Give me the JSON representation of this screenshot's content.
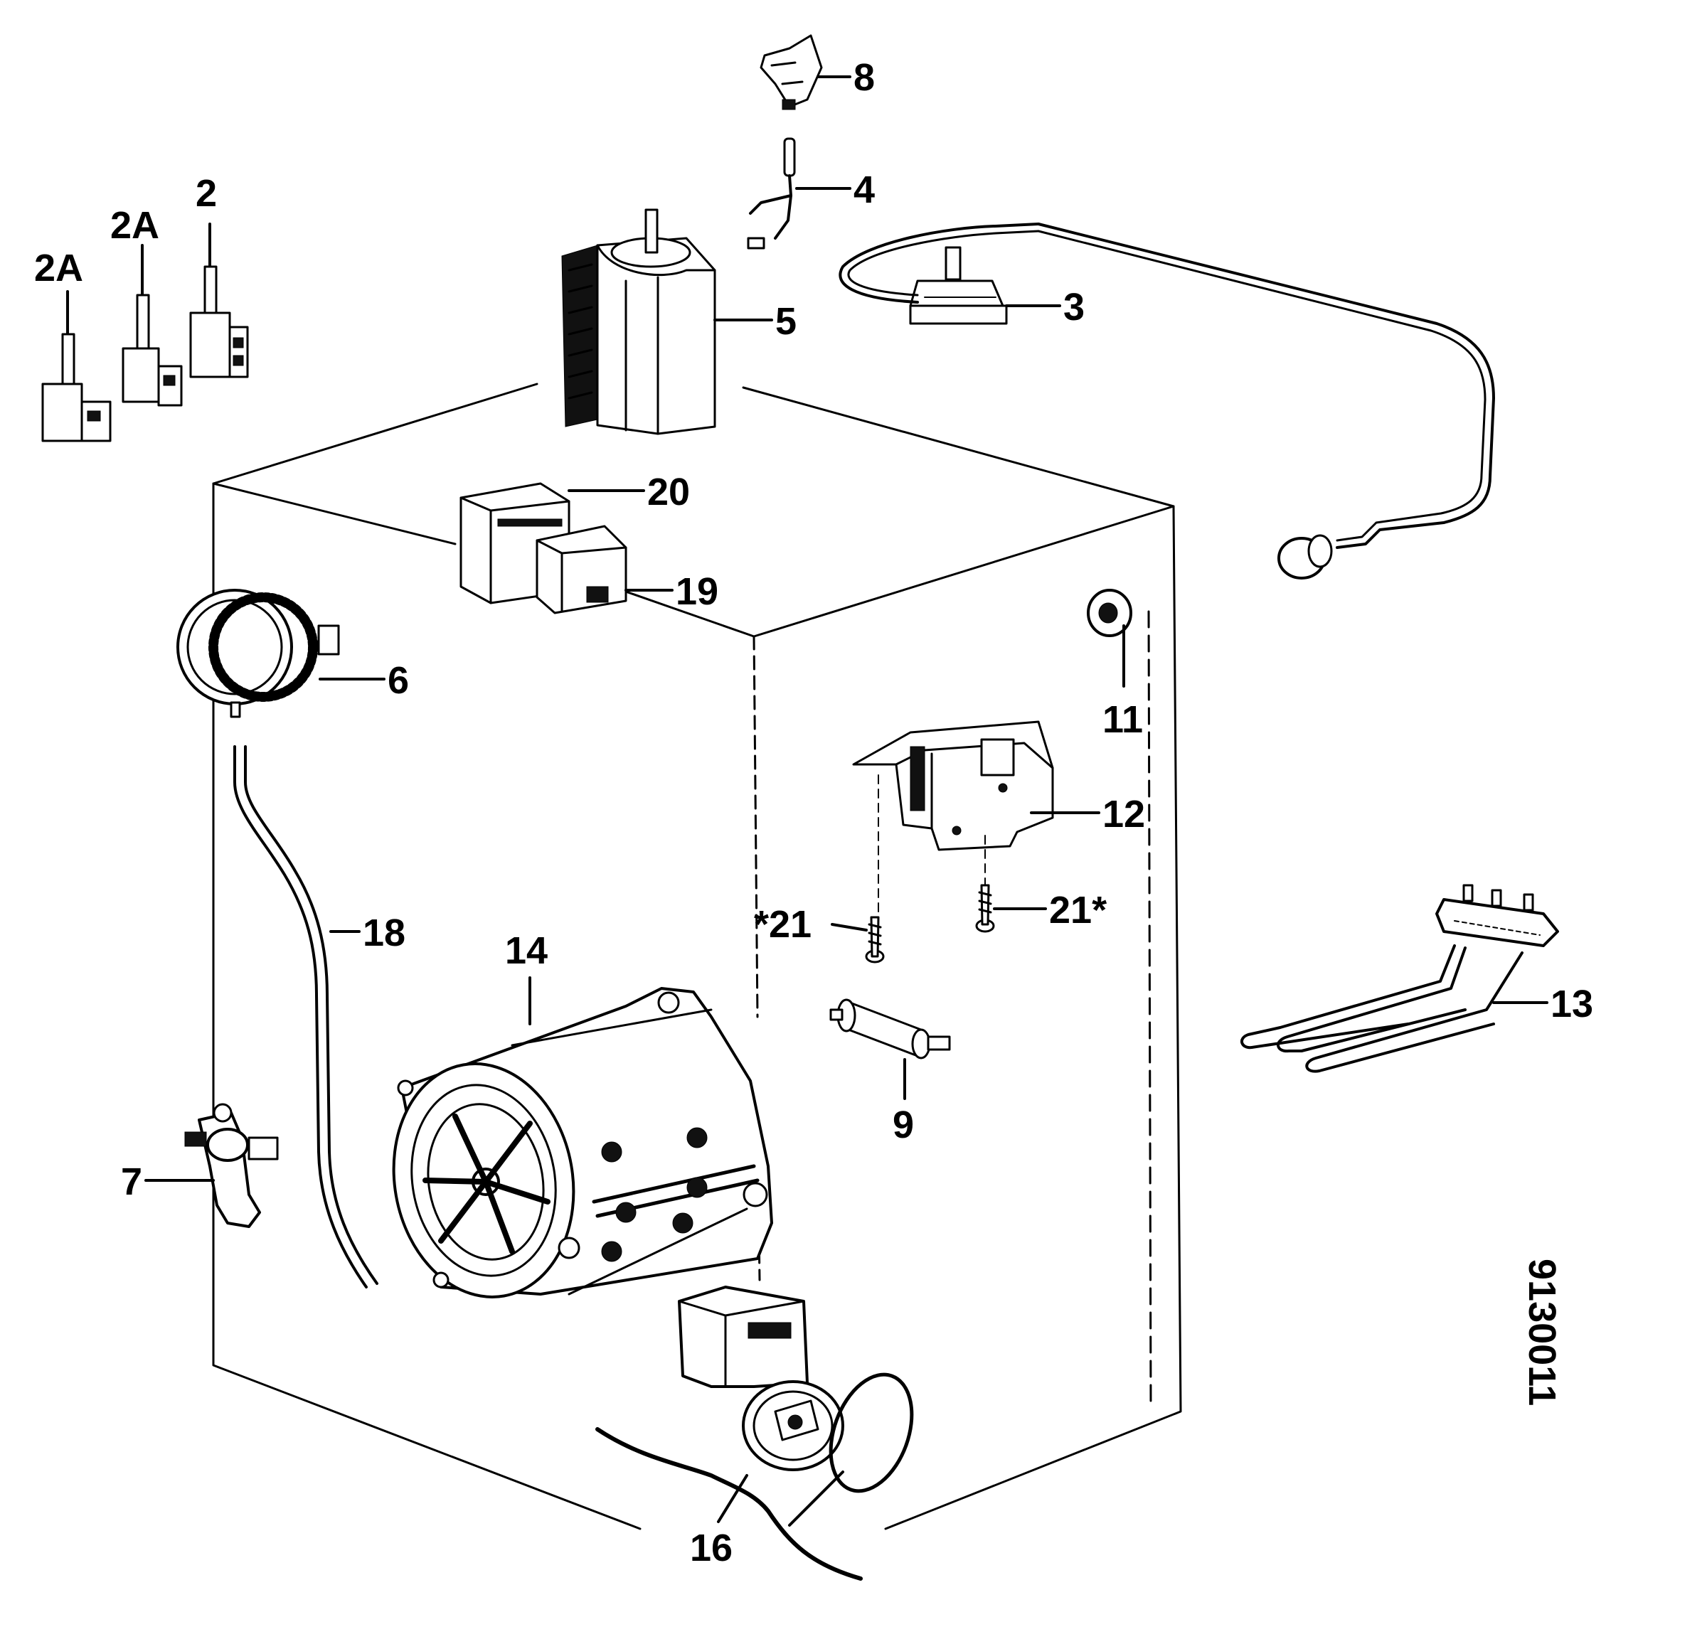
{
  "diagram": {
    "type": "exploded-parts-diagram",
    "reference_code": "9130011",
    "part_labels": {
      "p8": "8",
      "p4": "4",
      "p3": "3",
      "p5": "5",
      "p2": "2",
      "p2a_upper": "2A",
      "p2a_lower": "2A",
      "p20": "20",
      "p19": "19",
      "p6": "6",
      "p11": "11",
      "p12": "12",
      "p21_left": "*21",
      "p21_right": "21*",
      "p18": "18",
      "p14": "14",
      "p13": "13",
      "p9": "9",
      "p7": "7",
      "p16": "16"
    }
  }
}
